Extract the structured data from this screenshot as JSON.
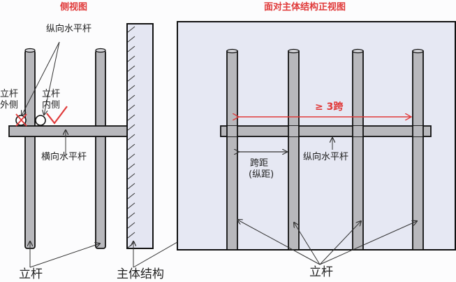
{
  "side_view": {
    "title": "侧视图",
    "label_longitudinal_bar": "纵向水平杆",
    "label_outer_1": "立杆",
    "label_outer_2": "外侧",
    "label_inner_1": "立杆",
    "label_inner_2": "内侧",
    "label_transverse_bar": "横向水平杆",
    "label_post": "立杆",
    "label_structure": "主体结构"
  },
  "front_view": {
    "title": "面对主体结构正视图",
    "span_requirement": "≥ 3跨",
    "label_span_1": "跨距",
    "label_span_2": "(纵距)",
    "label_longitudinal_bar": "纵向水平杆",
    "label_post": "立杆"
  },
  "colors": {
    "accent_red": "#e03a3a",
    "pipe_gray": "#b8b8bc",
    "panel_fill": "#e6e8f3",
    "wall_fill": "#e4e6f2"
  }
}
